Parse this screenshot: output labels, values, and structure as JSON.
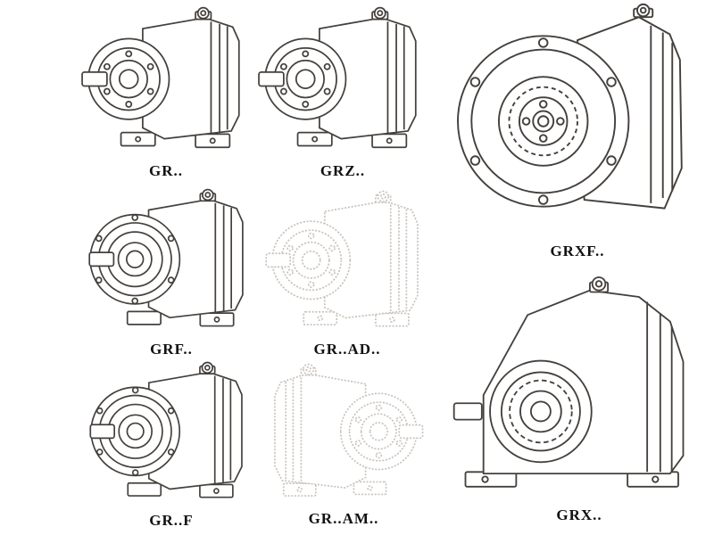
{
  "colors": {
    "bg": "#ffffff",
    "ink": "#45403c",
    "ghost": "#c9c2bb",
    "label": "#111111"
  },
  "figures": [
    {
      "id": "gr",
      "label": "GR..",
      "drawing": "helical-gearbox-side-view"
    },
    {
      "id": "grz",
      "label": "GRZ..",
      "drawing": "helical-gearbox-side-view"
    },
    {
      "id": "grxf",
      "label": "GRXF..",
      "drawing": "flange-mounted-gearbox-front-view"
    },
    {
      "id": "grf",
      "label": "GRF..",
      "drawing": "flange-gearbox-side-view"
    },
    {
      "id": "gr-ad",
      "label": "GR..AD..",
      "drawing": "gearbox-with-input-adapter-ghost"
    },
    {
      "id": "grx",
      "label": "GRX..",
      "drawing": "large-gearbox-side-view"
    },
    {
      "id": "gr-f",
      "label": "GR..F",
      "drawing": "flange-gearbox-side-view"
    },
    {
      "id": "gr-am",
      "label": "GR..AM..",
      "drawing": "gearbox-with-motor-flange-ghost"
    }
  ]
}
